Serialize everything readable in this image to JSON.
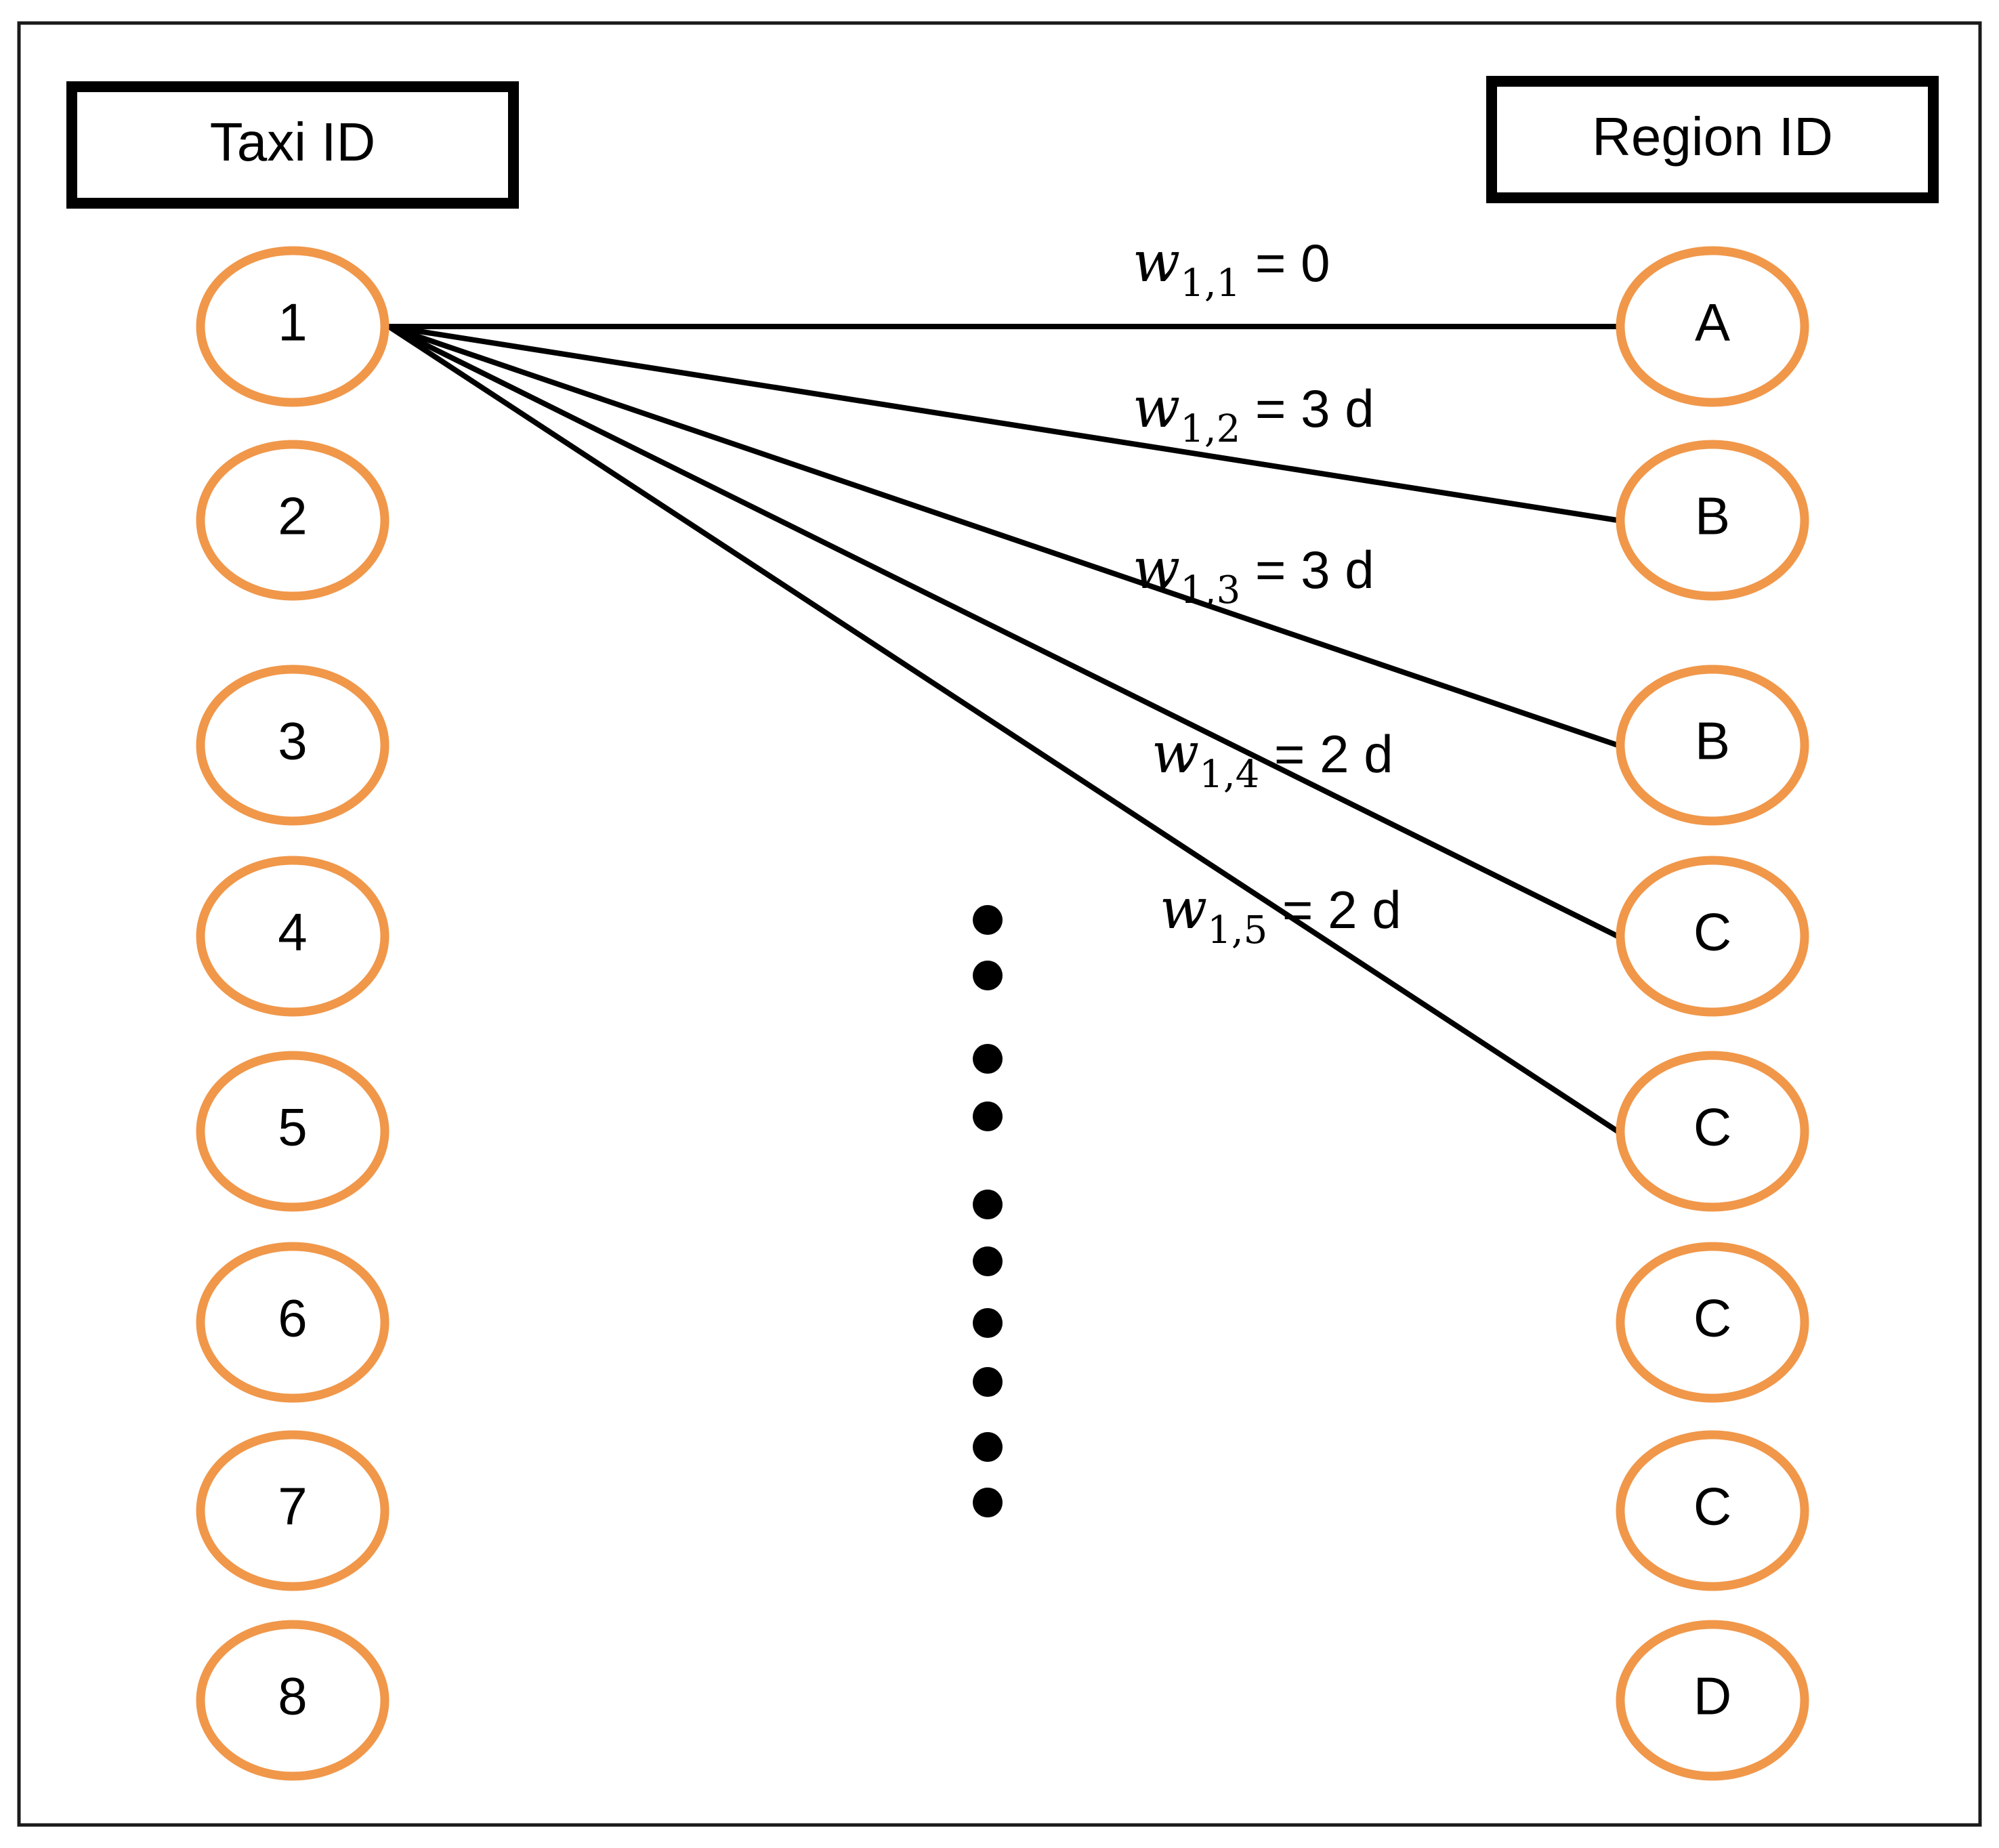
{
  "headers": {
    "left": "Taxi ID",
    "right": "Region ID"
  },
  "taxis": [
    "1",
    "2",
    "3",
    "4",
    "5",
    "6",
    "7",
    "8"
  ],
  "regions": [
    "A",
    "B",
    "B",
    "C",
    "C",
    "C",
    "C",
    "D"
  ],
  "colors": {
    "node_stroke": "#f0974a",
    "edge": "#000000"
  },
  "edges": [
    {
      "sym": "w",
      "sub": "1,1",
      "rest": " = 0"
    },
    {
      "sym": "w",
      "sub": "1,2",
      "rest": " = 3 d"
    },
    {
      "sym": "w",
      "sub": "1,3",
      "rest": " = 3 d"
    },
    {
      "sym": "w",
      "sub": "1,4",
      "rest": " = 2 d"
    },
    {
      "sym": "w",
      "sub": "1,5",
      "rest": " = 2 d"
    }
  ]
}
